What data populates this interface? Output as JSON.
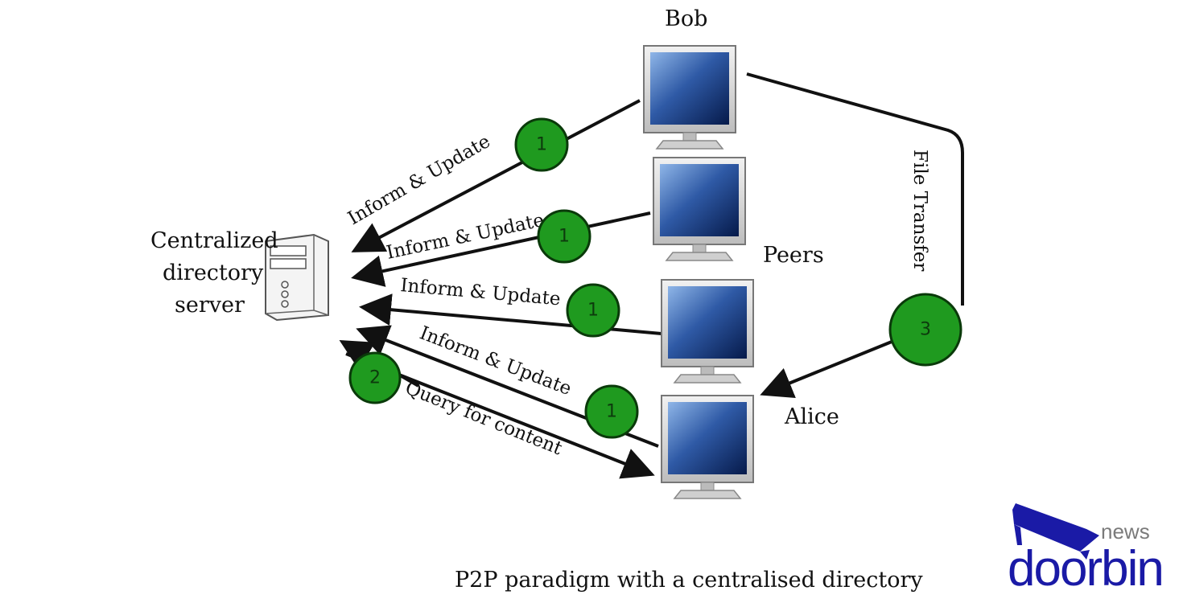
{
  "nodes": {
    "bob": "Bob",
    "peers": "Peers",
    "alice": "Alice",
    "server": [
      "Centralized",
      "directory",
      "server"
    ]
  },
  "edges": {
    "inform1": "Inform & Update",
    "inform2": "Inform & Update",
    "inform3": "Inform & Update",
    "inform4": "Inform & Update",
    "query": "Query for content",
    "transfer": "File Transfer"
  },
  "badges": {
    "b1": "1",
    "b2": "1",
    "b3": "1",
    "b4": "1",
    "b5": "2",
    "b6": "3"
  },
  "caption": "P2P paradigm with a centralised directory",
  "brand": {
    "news": "news",
    "name": "doorbin"
  },
  "colors": {
    "badge": "#1f9a1f",
    "brand": "#1a1aa6",
    "screen": "#2f5aa6"
  }
}
